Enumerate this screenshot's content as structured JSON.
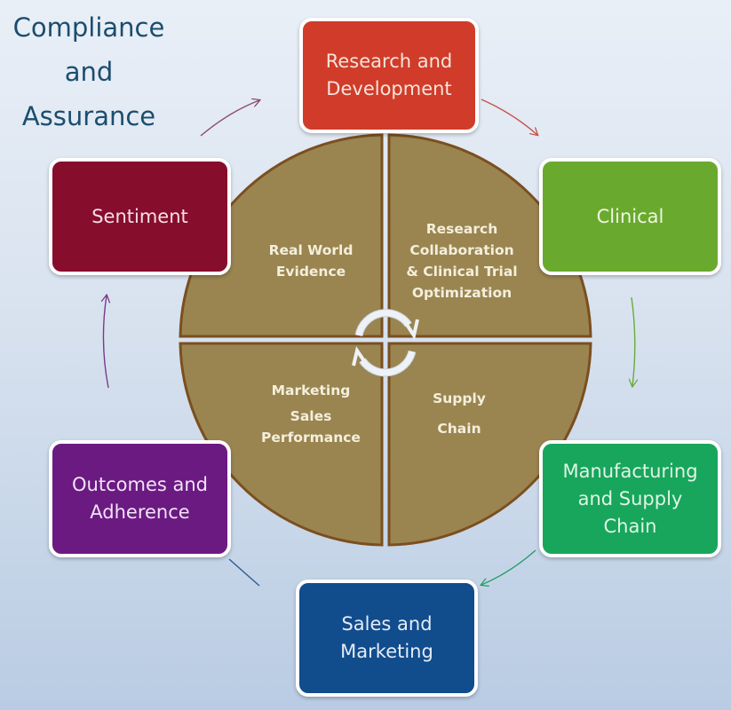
{
  "title": {
    "line1": "Compliance",
    "line2": "and",
    "line3": "Assurance"
  },
  "boxes": {
    "research": {
      "line1": "Research and",
      "line2": "Development",
      "color": "#d03c29",
      "text_color": "#f7e3dc"
    },
    "clinical": {
      "line1": "Clinical",
      "color": "#69aa2e",
      "text_color": "#eef6e0"
    },
    "manufacturing": {
      "line1": "Manufacturing",
      "line2": "and Supply",
      "line3": "Chain",
      "color": "#17a65b",
      "text_color": "#dff5e6"
    },
    "sales": {
      "line1": "Sales and",
      "line2": "Marketing",
      "color": "#114c8d",
      "text_color": "#e3ecf7"
    },
    "outcomes": {
      "line1": "Outcomes and",
      "line2": "Adherence",
      "color": "#6b1a82",
      "text_color": "#f1e3f5"
    },
    "sentiment": {
      "line1": "Sentiment",
      "color": "#870d2d",
      "text_color": "#f6e0e5"
    }
  },
  "quadrants": {
    "top_left": {
      "line1": "Real World",
      "line2": "Evidence"
    },
    "top_right": {
      "line1": "Research",
      "line2": "Collaboration",
      "line3": "& Clinical Trial",
      "line4": "Optimization"
    },
    "bottom_left": {
      "line1": "Marketing",
      "line2": "Sales",
      "line3": "Performance"
    },
    "bottom_right": {
      "line1": "Supply",
      "line2": "Chain"
    },
    "fill": "#9a8551",
    "stroke": "#7b4f1f"
  }
}
